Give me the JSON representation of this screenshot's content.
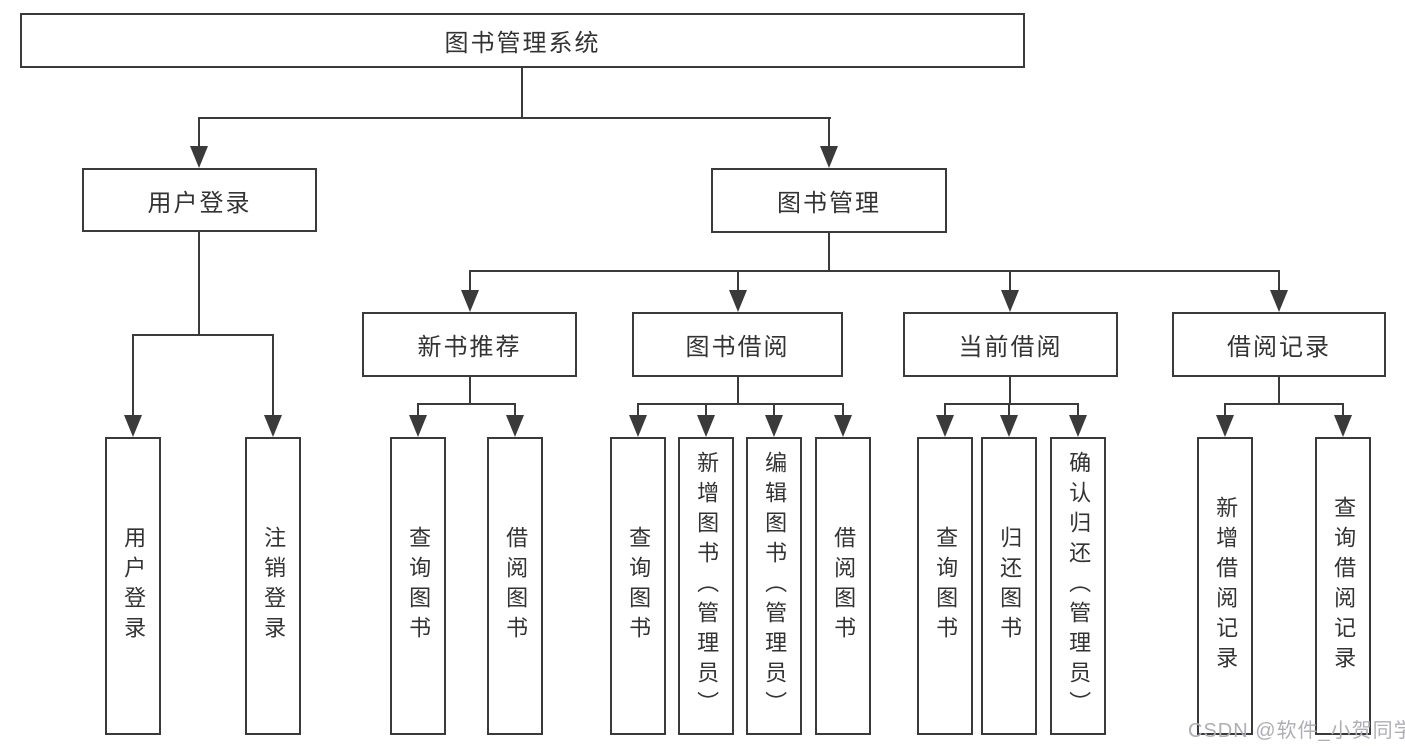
{
  "watermark": "CSDN @软件_小贺同学",
  "colors": {
    "line": "#3a3a3a",
    "text": "#333333",
    "background": "#ffffff",
    "watermark": "#aeaeb5"
  },
  "tree": {
    "label": "图书管理系统",
    "children": [
      {
        "label": "用户登录",
        "children": [
          {
            "label": "用户登录"
          },
          {
            "label": "注销登录"
          }
        ]
      },
      {
        "label": "图书管理",
        "children": [
          {
            "label": "新书推荐",
            "children": [
              {
                "label": "查询图书"
              },
              {
                "label": "借阅图书"
              }
            ]
          },
          {
            "label": "图书借阅",
            "children": [
              {
                "label": "查询图书"
              },
              {
                "label": "新增图书（管理员）"
              },
              {
                "label": "编辑图书（管理员）"
              },
              {
                "label": "借阅图书"
              }
            ]
          },
          {
            "label": "当前借阅",
            "children": [
              {
                "label": "查询图书"
              },
              {
                "label": "归还图书"
              },
              {
                "label": "确认归还（管理员）"
              }
            ]
          },
          {
            "label": "借阅记录",
            "children": [
              {
                "label": "新增借阅记录"
              },
              {
                "label": "查询借阅记录"
              }
            ]
          }
        ]
      }
    ]
  }
}
